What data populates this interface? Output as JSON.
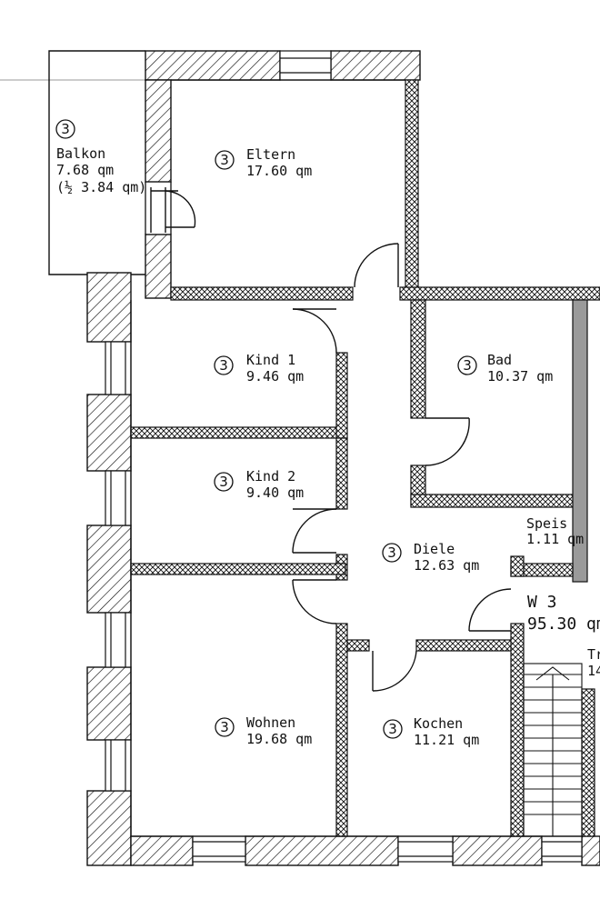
{
  "apartment": {
    "name": "W 3",
    "area": "95.30 qm"
  },
  "rooms": [
    {
      "id": "balkon",
      "num": "3",
      "name": "Balkon",
      "area": "7.68 qm",
      "note": "(½ 3.84 qm)"
    },
    {
      "id": "eltern",
      "num": "3",
      "name": "Eltern",
      "area": "17.60 qm"
    },
    {
      "id": "kind1",
      "num": "3",
      "name": "Kind  1",
      "area": "9.46 qm"
    },
    {
      "id": "kind2",
      "num": "3",
      "name": "Kind  2",
      "area": "9.40 qm"
    },
    {
      "id": "bad",
      "num": "3",
      "name": "Bad",
      "area": "10.37 qm"
    },
    {
      "id": "speis",
      "name": "Speis",
      "area": "1.11 qm"
    },
    {
      "id": "diele",
      "num": "3",
      "name": "Diele",
      "area": "12.63 qm"
    },
    {
      "id": "wohnen",
      "num": "3",
      "name": "Wohnen",
      "area": "19.68 qm"
    },
    {
      "id": "kochen",
      "num": "3",
      "name": "Kochen",
      "area": "11.21 qm"
    }
  ],
  "stair": {
    "name_fragment": "Tr",
    "area_fragment": "14"
  },
  "colors": {
    "line": "#111111",
    "paper": "#ffffff",
    "grid": "#333333"
  }
}
